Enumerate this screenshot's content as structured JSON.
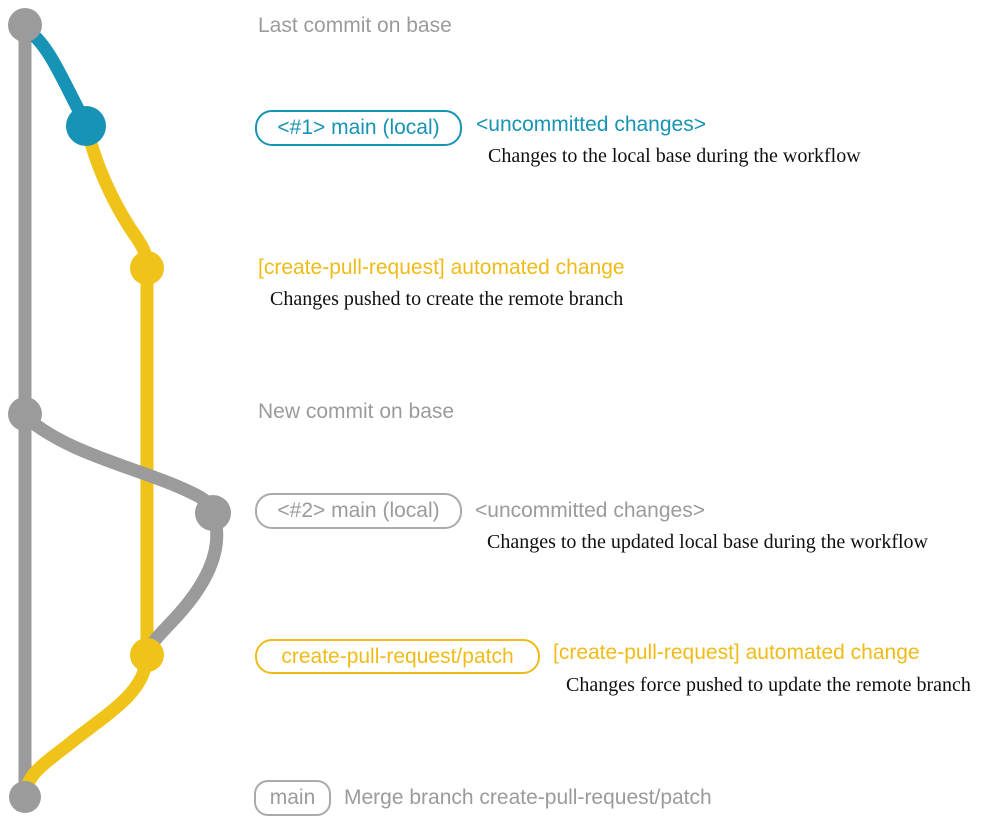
{
  "colors": {
    "gray": "#9b9b9b",
    "blue": "#1793b5",
    "yellow": "#efc319",
    "text_yellow": "#f0bb18",
    "serif_text": "#101010"
  },
  "annotations": {
    "last_commit": "Last commit on base",
    "badge1": "<#1> main (local)",
    "uncommitted1": "<uncommitted changes>",
    "desc1": "Changes to the local base during the workflow",
    "auto_change1": "[create-pull-request] automated change",
    "desc2": "Changes pushed to create the remote branch",
    "new_commit": "New commit on base",
    "badge2": "<#2> main (local)",
    "uncommitted2": "<uncommitted changes>",
    "desc3": "Changes to the updated local base during the workflow",
    "badge3": "create-pull-request/patch",
    "auto_change2": "[create-pull-request] automated change",
    "desc4": "Changes force pushed to update the remote branch",
    "badge4": "main",
    "merge_text": "Merge branch create-pull-request/patch"
  }
}
